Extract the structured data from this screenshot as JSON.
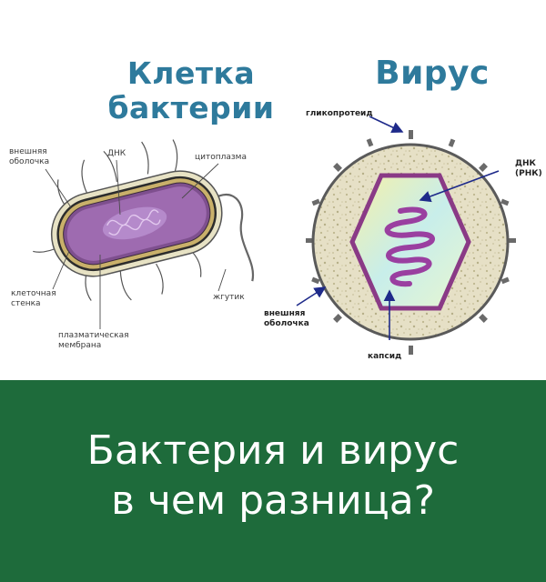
{
  "bacteria": {
    "title_line1": "Клетка",
    "title_line2": "бактерии",
    "labels": {
      "outer_shell": "внешняя\nоболочка",
      "dna": "ДНК",
      "cytoplasm": "цитоплазма",
      "cell_wall": "клеточная\nстенка",
      "flagellum": "жгутик",
      "plasma_membrane": "плазматическая\nмембрана"
    }
  },
  "virus": {
    "title": "Вирус",
    "labels": {
      "glycoprotein": "гликопротеид",
      "dna_rna": "ДНК\n(РНК)",
      "outer_shell": "внешняя\nоболочка",
      "capsid": "капсид"
    }
  },
  "footer": {
    "line1": "Бактерия и вирус",
    "line2": "в чем разница?"
  },
  "colors": {
    "title": "#2E7A9C",
    "footer_bg": "#1E6B3B",
    "cytoplasm": "#9E6BB0",
    "dna": "#B07AC8",
    "virus_fill": "#E4DFC2",
    "capsid": "#8A3A86",
    "arrow": "#1E2A8A"
  }
}
